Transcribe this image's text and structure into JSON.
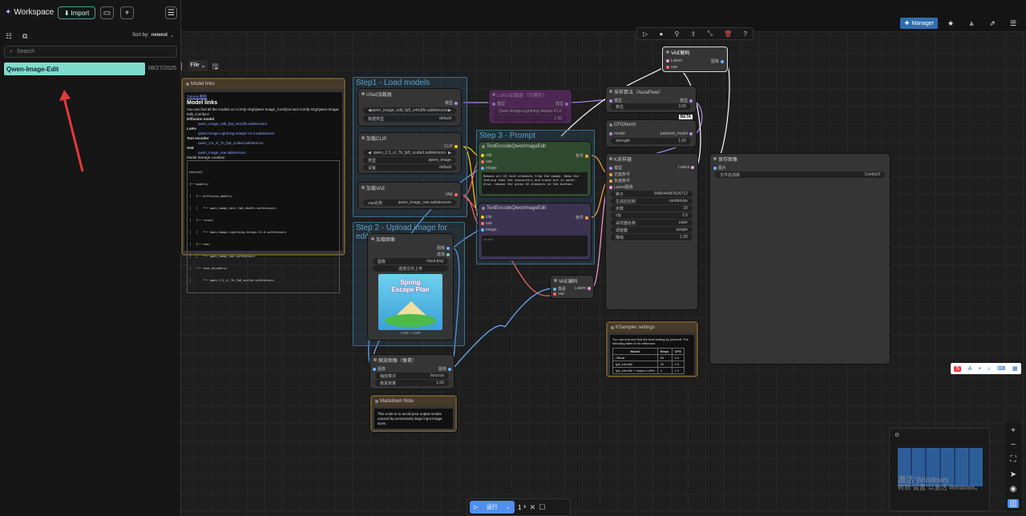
{
  "sidebar": {
    "title": "Workspace",
    "import_label": "Import",
    "sort_label": "Sort by:",
    "sort_value": "newest",
    "search_placeholder": "Search",
    "workflow": {
      "name": "Qwen-Image-Edit",
      "date": "08/27/2025"
    }
  },
  "menu": {
    "file_label": "File"
  },
  "topbar": {
    "manager_label": "Manager"
  },
  "groups": {
    "step1": "Step1 - Load models",
    "step2": "Step 2 - Upload image for editing",
    "step3": "Step 3 - Prompt"
  },
  "nodes": {
    "model_links": {
      "title": "Model links",
      "link": "Tutorial 教程",
      "heading": "Model links",
      "intro": "You can find all the models on Comfy-Org/Qwen-Image_ComfyUI and Comfy-Org/Qwen-Image-Edit_ComfyUI",
      "diff": "Diffusion model",
      "diff_file": "qwen_image_edit_fp8_e4m3fn.safetensors",
      "lora": "LoRA",
      "lora_file": "Qwen-Image-Lightning-4steps-V1.0.safetensors",
      "te": "Text encoder",
      "te_file": "qwen_2.5_vl_7b_fp8_scaled.safetensors",
      "vae": "VAE",
      "vae_file": "qwen_image_vae.safetensors",
      "storage": "Model Storage Location",
      "tree": [
        "ComfyUI/",
        "├── models/",
        "│   ├── diffusion_models/",
        "│   │   └── qwen_image_edit_fp8_e4m3fn.safetensors",
        "│   ├── loras/",
        "│   │   └── Qwen-Image-Lightning-4steps-V1.0.safetensors",
        "│   ├── vae/",
        "│   │   └── qwen_image_vae.safetensors",
        "│   └── text_encoders/",
        "│       └── qwen_2.5_vl_7b_fp8_scaled.safetensors"
      ]
    },
    "unet": {
      "title": "UNet加载器",
      "out": "模型",
      "w1": "qwen_image_edit_fp8_e4m3fn.safetensors",
      "w2l": "数据类型",
      "w2v": "default"
    },
    "clip": {
      "title": "加载CLIP",
      "out": "CLIP",
      "w1": "qwen_2.5_vl_7b_fp8_scaled.safetensors",
      "w2l": "类型",
      "w2v": "qwen_image",
      "w3l": "设备",
      "w3v": "default"
    },
    "vae": {
      "title": "加载VAE",
      "out": "VAE",
      "w1l": "vae名称",
      "w1v": "qwen_image_vae.safetensors"
    },
    "lora": {
      "title": "LoRA加载器（仅模型）",
      "in": "模型",
      "out": "模型",
      "w1": "Qwen-Image-Lightning-4steps-V1.0",
      "w2": "1.00"
    },
    "sampling": {
      "title": "采样算法（AuraFlow）",
      "in": "模型",
      "out": "模型",
      "wl": "移位",
      "wv": "3.00"
    },
    "cfgnorm": {
      "title": "CFGNorm",
      "in": "model",
      "out": "patched_model",
      "badge": "BETA",
      "wl": "strength",
      "wv": "1.00"
    },
    "vaedec": {
      "title": "VAE解码",
      "in1": "Latent",
      "in2": "vae",
      "out": "图像"
    },
    "te1": {
      "title": "TextEncodeQwenImageEdit",
      "in1": "clip",
      "in2": "vae",
      "in3": "image",
      "out": "条件",
      "prompt": "Remove all UI text elements from the image. Keep the feeling that the characters and scene are in water. Also, remove the green UI elements at the bottom."
    },
    "te2": {
      "title": "TextEncodeQwenImageEdit",
      "in1": "clip",
      "in2": "vae",
      "in3": "image",
      "out": "条件",
      "prompt": "prompt"
    },
    "ksampler": {
      "title": "K采样器",
      "in1": "模型",
      "in2": "正面条件",
      "in3": "负面条件",
      "in4": "Latent图像",
      "out": "Latent",
      "seed_l": "种子",
      "seed_v": "848044487824712",
      "ctl_l": "生成后控制",
      "ctl_v": "randomize",
      "steps_l": "步数",
      "steps_v": "20",
      "cfg_l": "cfg",
      "cfg_v": "2.5",
      "sampler_l": "采样器名称",
      "sampler_v": "euler",
      "sched_l": "调度器",
      "sched_v": "simple",
      "den_l": "降噪",
      "den_v": "1.00"
    },
    "save": {
      "title": "保存图像",
      "in": "图片",
      "wl": "文件名前缀",
      "wv": "ComfyUI"
    },
    "loadimg": {
      "title": "加载图像",
      "out1": "图像",
      "out2": "遮罩",
      "wl": "图像",
      "wv": "input.png",
      "upload": "选择文件上传",
      "poster_line1": "Spring",
      "poster_line2": "Escape Plan",
      "size": "1328 × 1328"
    },
    "vaeenc": {
      "title": "VAE编码",
      "in1": "像素",
      "in2": "vae",
      "out": "Latent"
    },
    "scale": {
      "title": "缩放图像（像素）",
      "in": "图像",
      "out": "图像",
      "w1l": "缩放算法",
      "w1v": "lanczos",
      "w2l": "像素数量",
      "w2v": "1.00"
    },
    "mdnote": {
      "title": "Markdown Note",
      "text": "This node is to avoid poor output results caused by excessively large input image sizes."
    },
    "ksettings": {
      "title": "KSampler settings",
      "text": "You can test and find the best setting by yourself. The following table is for reference.",
      "headers": [
        "Model",
        "Steps",
        "CFG"
      ],
      "rows": [
        [
          "Offical",
          "50",
          "4.0"
        ],
        [
          "fp8_e4m3fn",
          "20",
          "2.5"
        ],
        [
          "fp8_e4m3fn + 4steps LoRA",
          "4",
          "1.0"
        ]
      ]
    }
  },
  "runbar": {
    "run_label": "运行",
    "count": "1"
  },
  "watermark": {
    "line1": "激活 Windows",
    "line2": "转到\"设置\"以激活 Windows。"
  },
  "colors": {
    "accent": "#7fdccb",
    "run": "#4f8ff0",
    "group": "#3b6e8a",
    "green_node": "#2f4a2f",
    "purple_node": "#3a3450"
  }
}
